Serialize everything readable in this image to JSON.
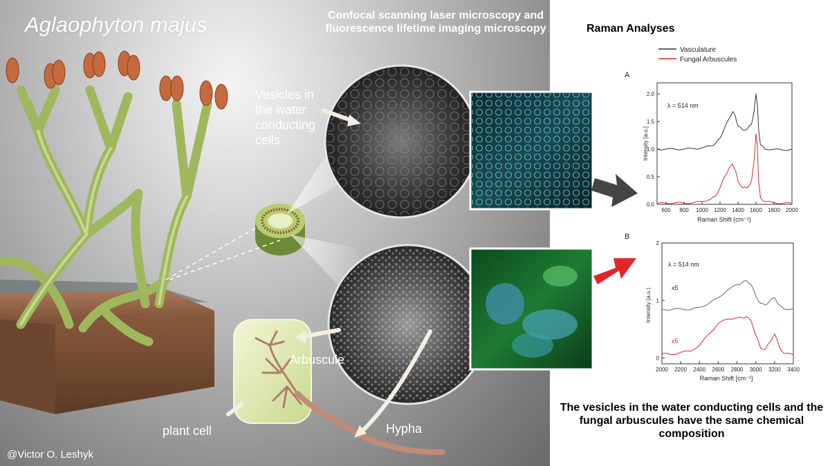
{
  "title": "Aglaophyton majus",
  "confocal_heading": "Confocal scanning laser microscopy and fluorescence lifetime imaging microscopy",
  "raman_heading": "Raman Analyses",
  "labels": {
    "vesicles": [
      "Vesicles in",
      "the water",
      "conducting",
      "cells"
    ],
    "arbuscule": "Arbuscule",
    "plant_cell": "plant cell",
    "hypha": "Hypha"
  },
  "credit": "@Victor O. Leshyk",
  "conclusion": "The vesicles in the water conducting cells and the fungal arbuscules have the same chemical composition",
  "colors": {
    "vasculature": "#333333",
    "fungal": "#d9282a",
    "microscopy_cyan": "#4cc7cf",
    "microscopy_green": "#36b04a",
    "stem": "#b9cf7a",
    "sporangia": "#c46a3e"
  },
  "chart_data": [
    {
      "type": "line",
      "panel_label": "A",
      "annotation": "λ = 514 nm",
      "xlabel": "Raman Shift (cm⁻¹)",
      "ylabel": "Intensity [a.u.]",
      "xlim": [
        500,
        2000
      ],
      "ylim": [
        0,
        2.2
      ],
      "xticks": [
        600,
        800,
        1000,
        1200,
        1400,
        1600,
        1800,
        2000
      ],
      "yticks": [
        0.0,
        0.5,
        1.0,
        1.5,
        2.0
      ],
      "ytick_labels": [
        "0.0",
        "0.5",
        "1.0",
        "1.5",
        "2.0"
      ],
      "legend": [
        "Vasculature",
        "Fungal Arbuscules"
      ],
      "series": [
        {
          "name": "Vasculature",
          "x": [
            500,
            600,
            700,
            800,
            900,
            1000,
            1100,
            1150,
            1200,
            1250,
            1300,
            1340,
            1370,
            1400,
            1450,
            1500,
            1550,
            1580,
            1600,
            1615,
            1630,
            1650,
            1700,
            1800,
            1900,
            2000
          ],
          "y": [
            1.0,
            1.0,
            1.0,
            1.0,
            1.01,
            1.02,
            1.06,
            1.1,
            1.2,
            1.38,
            1.55,
            1.68,
            1.6,
            1.42,
            1.35,
            1.36,
            1.45,
            1.7,
            2.0,
            1.8,
            1.35,
            1.08,
            1.0,
            1.0,
            0.98,
            1.0
          ]
        },
        {
          "name": "Fungal Arbuscules",
          "x": [
            500,
            600,
            700,
            800,
            900,
            1000,
            1100,
            1150,
            1200,
            1250,
            1300,
            1340,
            1370,
            1400,
            1450,
            1500,
            1550,
            1580,
            1600,
            1615,
            1630,
            1650,
            1700,
            1800,
            1900,
            2000
          ],
          "y": [
            0.02,
            0.02,
            0.03,
            0.02,
            0.03,
            0.05,
            0.1,
            0.15,
            0.3,
            0.5,
            0.65,
            0.73,
            0.62,
            0.42,
            0.3,
            0.3,
            0.42,
            0.8,
            1.28,
            1.05,
            0.4,
            0.12,
            0.05,
            0.03,
            0.02,
            0.02
          ]
        }
      ]
    },
    {
      "type": "line",
      "panel_label": "B",
      "annotation": "λ = 514 nm",
      "xlabel": "Raman Shift [cm⁻¹]",
      "ylabel": "Intensity (a.u.)",
      "xlim": [
        2000,
        3400
      ],
      "ylim": [
        -0.1,
        2.0
      ],
      "xticks": [
        2000,
        2200,
        2400,
        2600,
        2800,
        3000,
        3200,
        3400
      ],
      "yticks": [
        0,
        1,
        2
      ],
      "ytick_labels": [
        "0",
        "1",
        "2"
      ],
      "series_labels": [
        "x5",
        "x5"
      ],
      "series": [
        {
          "name": "Vasculature",
          "x": [
            2000,
            2100,
            2200,
            2300,
            2400,
            2500,
            2600,
            2700,
            2800,
            2850,
            2900,
            2950,
            3000,
            3050,
            3100,
            3150,
            3200,
            3250,
            3300,
            3400
          ],
          "y": [
            0.85,
            0.84,
            0.86,
            0.84,
            0.88,
            0.95,
            1.05,
            1.18,
            1.28,
            1.3,
            1.35,
            1.28,
            1.08,
            0.95,
            0.92,
            1.0,
            1.05,
            0.92,
            0.85,
            0.86
          ]
        },
        {
          "name": "Fungal Arbuscules",
          "x": [
            2000,
            2100,
            2200,
            2300,
            2400,
            2500,
            2600,
            2700,
            2800,
            2850,
            2900,
            2950,
            3000,
            3050,
            3100,
            3150,
            3200,
            3250,
            3300,
            3400
          ],
          "y": [
            0.08,
            0.06,
            0.1,
            0.12,
            0.22,
            0.42,
            0.6,
            0.68,
            0.7,
            0.7,
            0.72,
            0.65,
            0.4,
            0.18,
            0.15,
            0.28,
            0.42,
            0.2,
            0.08,
            0.06
          ]
        }
      ]
    }
  ]
}
